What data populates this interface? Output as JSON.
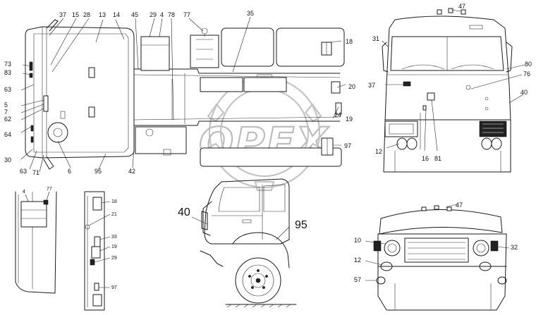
{
  "callouts": {
    "plan": {
      "c37": "37",
      "c15": "15",
      "c28": "28",
      "c13": "13",
      "c14": "14",
      "c45": "45",
      "c29": "29",
      "c4": "4",
      "c78": "78",
      "c77": "77",
      "c35": "35",
      "c18": "18",
      "c73": "73",
      "c83": "83",
      "c63a": "63",
      "c5": "5",
      "c7": "7",
      "c62": "62",
      "c64": "64",
      "c30": "30",
      "c63b": "63",
      "c71": "71",
      "c6": "6",
      "c95": "95",
      "c42": "42",
      "c20": "20",
      "c24": "24",
      "c19": "19",
      "c97": "97"
    },
    "front": {
      "c47": "47",
      "c31": "31",
      "c80": "80",
      "c76": "76",
      "c37": "37",
      "c40": "40",
      "c12": "12",
      "c16": "16",
      "c81": "81"
    },
    "side_left": {
      "c4": "4",
      "c77": "77"
    },
    "side_mid": {
      "c18": "18",
      "c21": "21",
      "c33": "33",
      "c19": "19",
      "c29": "29",
      "c97": "97"
    },
    "cab_side": {
      "c40": "40",
      "c95": "95"
    },
    "cab_front": {
      "c47": "47",
      "c10": "10",
      "c32": "32",
      "c12": "12",
      "c57": "57"
    }
  },
  "watermark": {
    "text": "OPEX"
  }
}
